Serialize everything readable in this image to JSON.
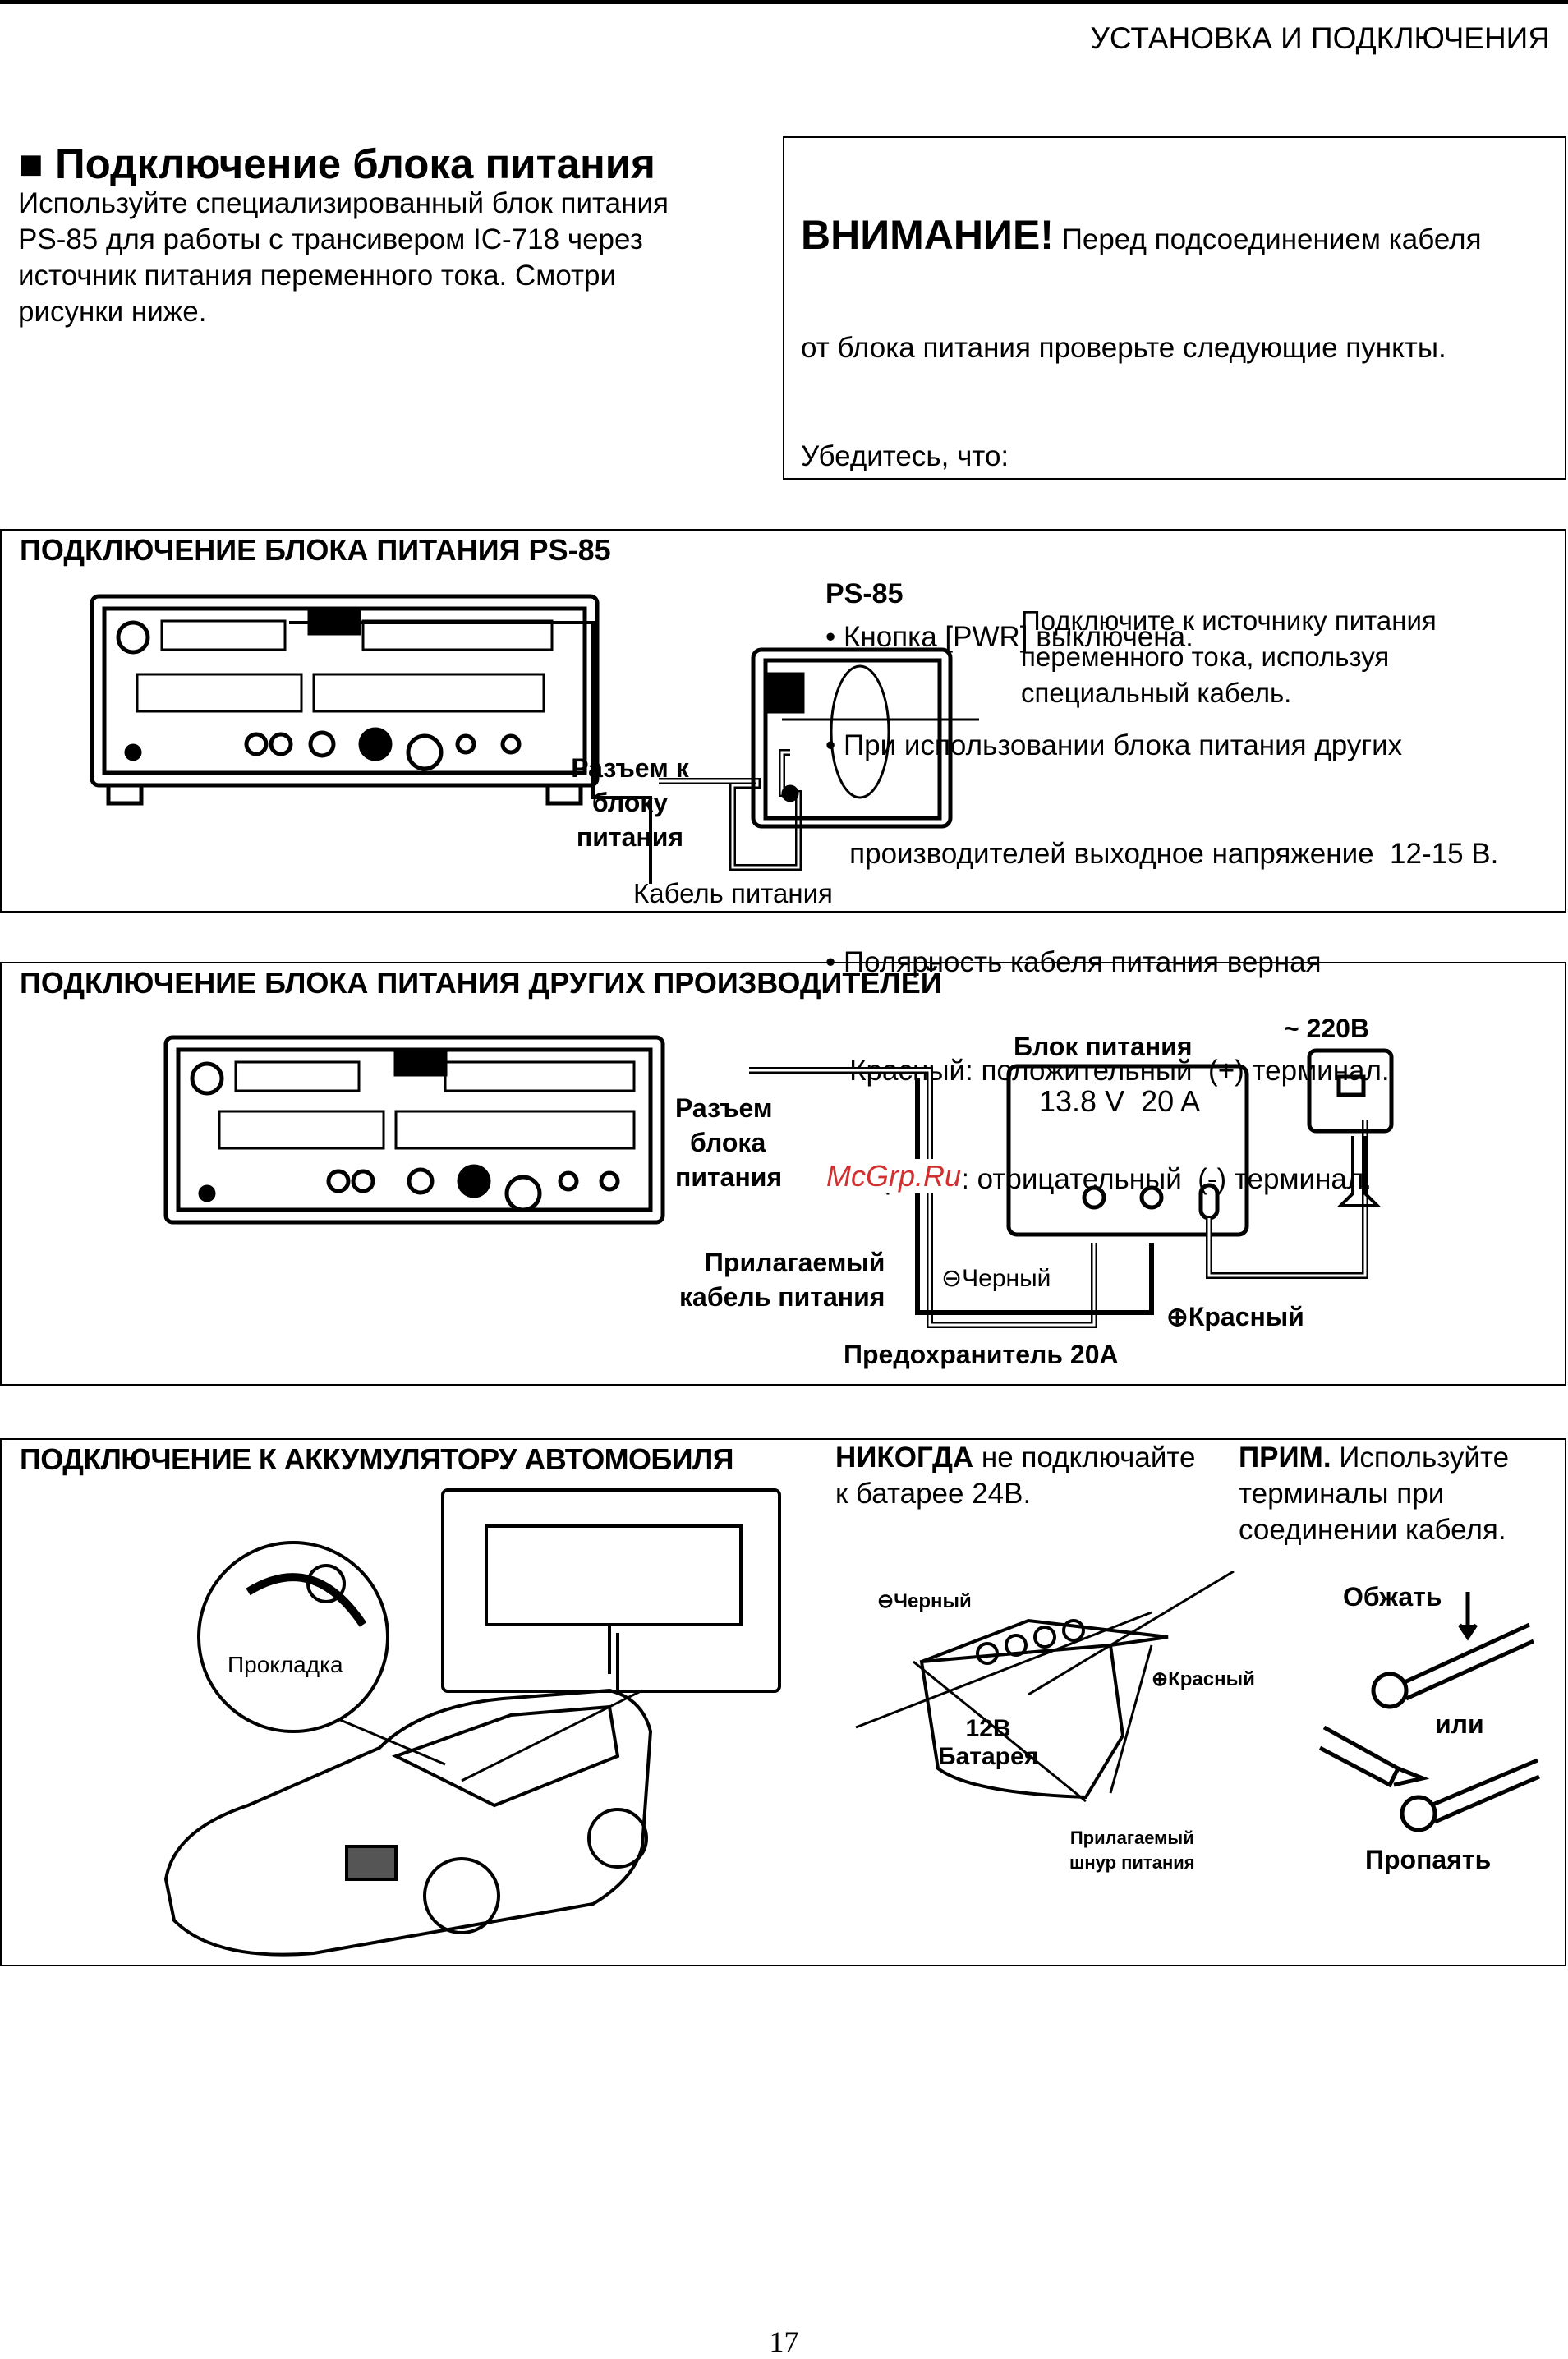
{
  "header": {
    "section": "УСТАНОВКА И ПОДКЛЮЧЕНИЯ"
  },
  "intro": {
    "title": "■ Подключение блока питания",
    "lines": [
      "Используйте специализированный блок питания",
      "PS-85 для работы с трансивером IC-718 через",
      "источник питания переменного тока. Смотри",
      "рисунки ниже."
    ]
  },
  "warning": {
    "label": "ВНИМАНИЕ!",
    "line1": " Перед подсоединением кабеля",
    "lines": [
      "от блока питания проверьте следующие пункты.",
      "Убедитесь, что:"
    ],
    "bullets": [
      "• Кнопка [PWR] выключена.",
      "• При использовании блока питания других",
      "   производителей выходное напряжение  12-15 В.",
      "• Полярность кабеля питания верная",
      "   Красный: положительный  (+) терминал.",
      "   Черный : отрицательный  (-) терминал."
    ]
  },
  "ps85": {
    "title": "ПОДКЛЮЧЕНИЕ БЛОКА ПИТАНИЯ  PS-85",
    "unit_label": "PS-85",
    "connector_label": [
      "Разъем к",
      "блоку",
      "питания"
    ],
    "cable_label": "Кабель питания",
    "note": [
      "Подключите к источнику питания",
      "переменного тока, используя",
      "специальный кабель."
    ]
  },
  "other": {
    "title": "ПОДКЛЮЧЕНИЕ БЛОКА ПИТАНИЯ ДРУГИХ ПРОИЗВОДИТЕЛЕЙ",
    "connector_label": [
      "Разъем",
      "блока",
      "питания"
    ],
    "cable_label": [
      "Прилагаемый",
      "кабель питания"
    ],
    "psu_label": "Блок питания",
    "psu_rating": "13.8 V  20 A",
    "mains": "~ 220В",
    "black": "⊖Черный",
    "red": "⊕Красный",
    "fuse": "Предохранитель 20A",
    "watermark": "McGrp.Ru"
  },
  "battery": {
    "title": "ПОДКЛЮЧЕНИЕ К АККУМУЛЯТОРУ АВТОМОБИЛЯ",
    "never_bold": "НИКОГДА",
    "never_rest": " не подключайте",
    "never_line2": "к батарее 24В.",
    "note_bold": "ПРИМ.",
    "note_rest": " Используйте",
    "note_lines": [
      "терминалы при",
      "соединении кабеля."
    ],
    "grommet": "Прокладка",
    "black": "⊖Черный",
    "red": "⊕Красный",
    "battery_v": "12В",
    "battery_label": "Батарея",
    "cord_label": [
      "Прилагаемый",
      "шнур питания"
    ],
    "crimp": "Обжать",
    "or": "или",
    "solder": "Пропаять"
  },
  "page_number": "17"
}
